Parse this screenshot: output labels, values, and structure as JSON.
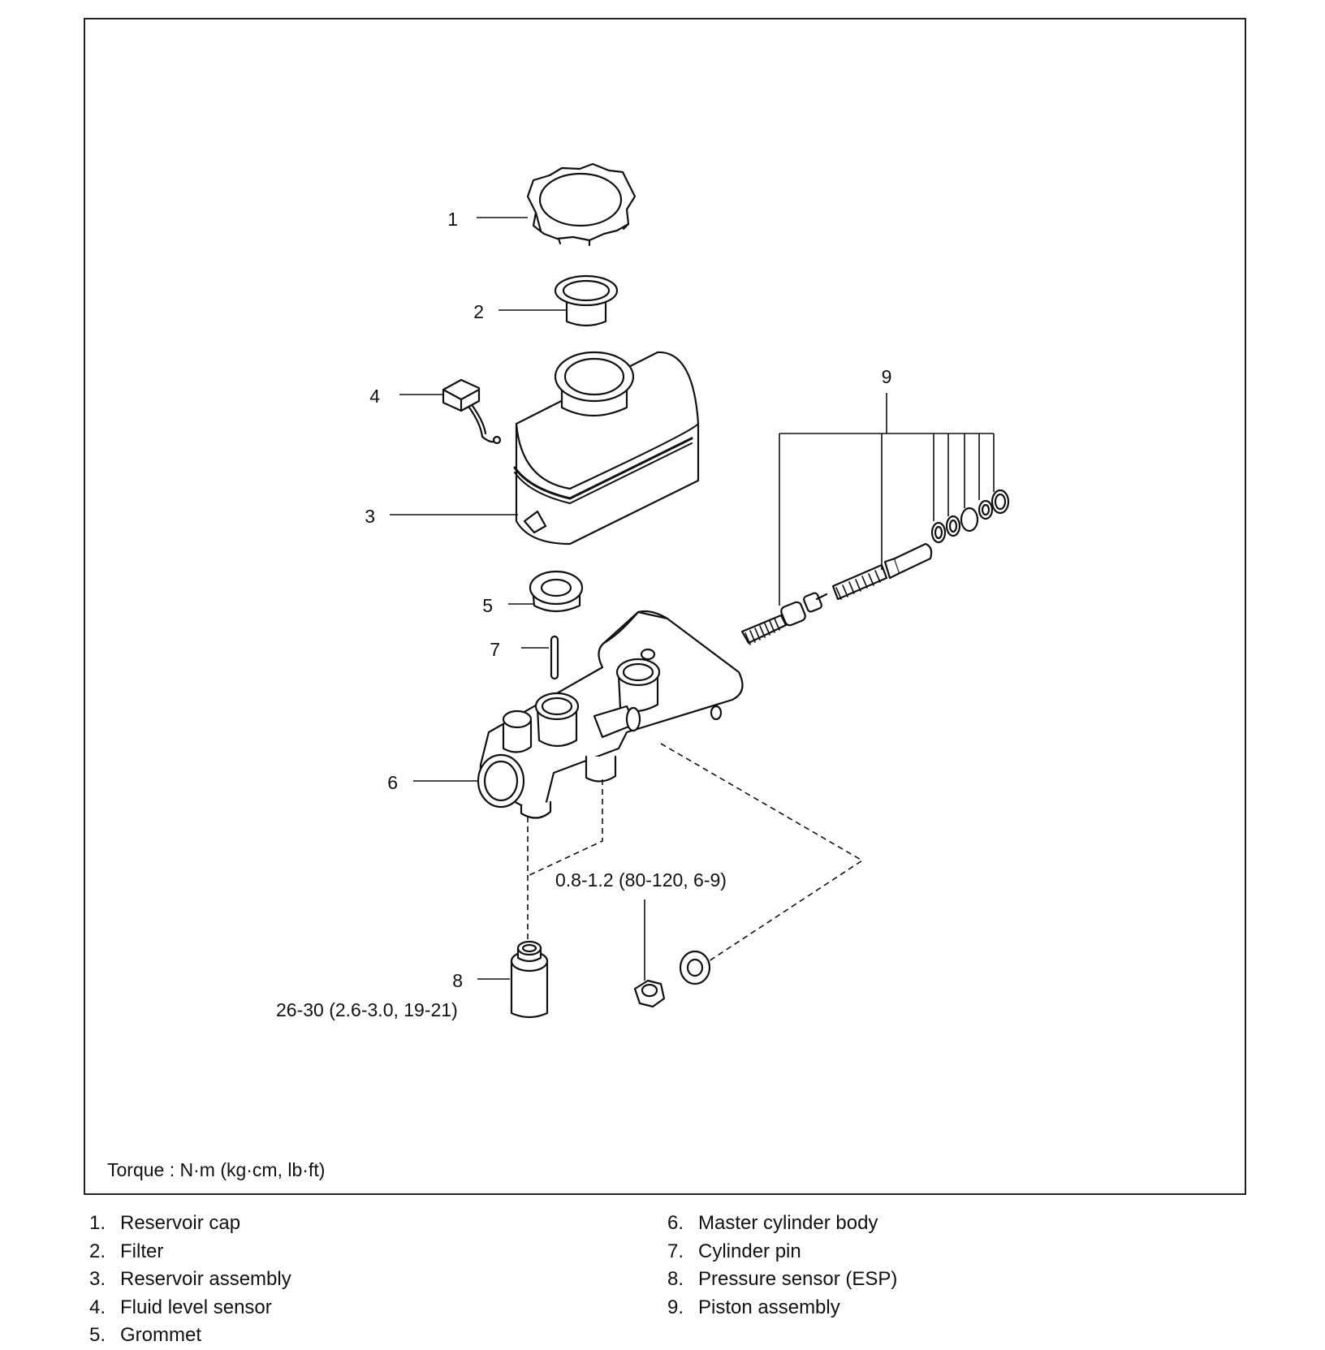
{
  "diagram": {
    "callouts": [
      "1",
      "2",
      "3",
      "4",
      "5",
      "6",
      "7",
      "8",
      "9"
    ],
    "torque_body_nut": "0.8-1.2 (80-120, 6-9)",
    "torque_pressure_sensor": "26-30 (2.6-3.0, 19-21)",
    "torque_units_note": "Torque : N·m (kg·cm, lb·ft)"
  },
  "legend": {
    "left": [
      {
        "num": "1.",
        "label": "Reservoir cap"
      },
      {
        "num": "2.",
        "label": "Filter"
      },
      {
        "num": "3.",
        "label": "Reservoir assembly"
      },
      {
        "num": "4.",
        "label": "Fluid level sensor"
      },
      {
        "num": "5.",
        "label": "Grommet"
      }
    ],
    "right": [
      {
        "num": "6.",
        "label": "Master cylinder body"
      },
      {
        "num": "7.",
        "label": "Cylinder pin"
      },
      {
        "num": "8.",
        "label": "Pressure sensor (ESP)"
      },
      {
        "num": "9.",
        "label": "Piston assembly"
      }
    ]
  }
}
